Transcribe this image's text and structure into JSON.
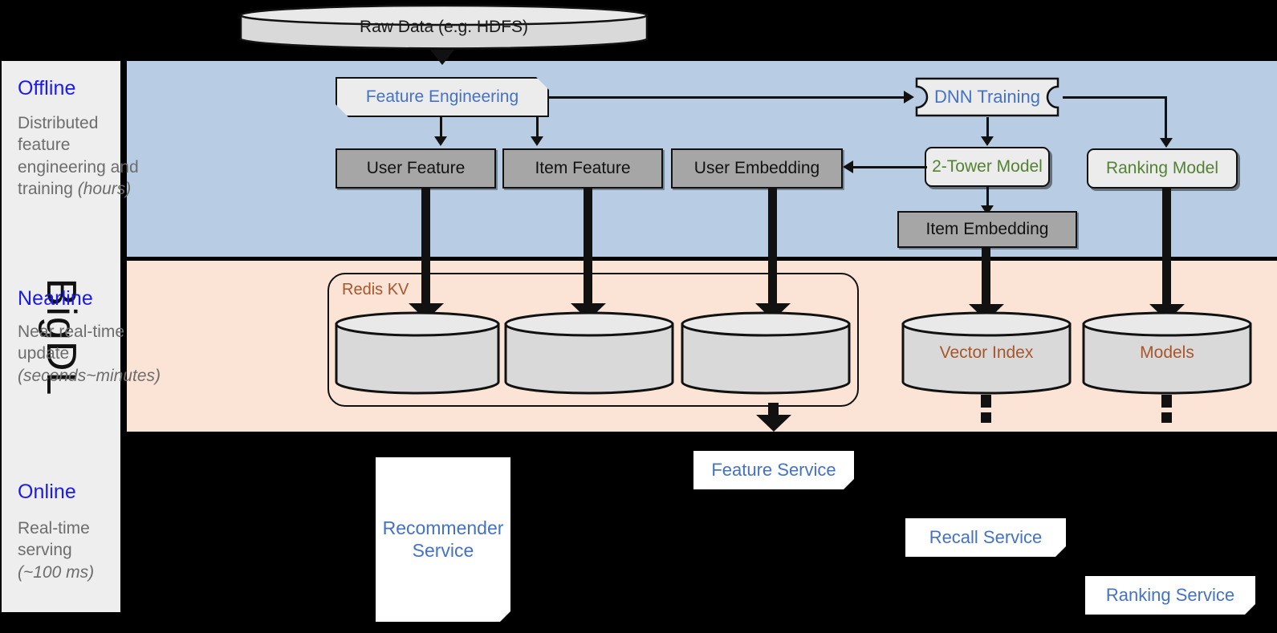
{
  "framework": {
    "name": "BigDL"
  },
  "top_source": {
    "label": "Raw Data (e.g. HDFS)"
  },
  "bands": {
    "offline": {
      "title": "Offline",
      "subtitle_line1": "Distributed",
      "subtitle_line2": "feature",
      "subtitle_line3": "engineering and",
      "subtitle_line4": "training ",
      "subtitle_italic": "(hours)"
    },
    "nearline": {
      "title": "Nearline",
      "subtitle_line1": "Near real-time",
      "subtitle_line2": "update",
      "subtitle_italic": "(seconds~minutes)"
    },
    "online": {
      "title": "Online",
      "subtitle_line1": "Real-time",
      "subtitle_line2": "serving",
      "subtitle_italic": "(~100 ms)"
    }
  },
  "offline_nodes": {
    "feature_engineering": "Feature Engineering",
    "dnn_training": "DNN Training",
    "user_feature": "User Feature",
    "item_feature": "Item Feature",
    "user_embedding": "User Embedding",
    "two_tower_model": "2-Tower Model",
    "ranking_model": "Ranking Model",
    "item_embedding": "Item Embedding"
  },
  "nearline_nodes": {
    "redis_kv": "Redis KV",
    "store_1": "",
    "store_2": "",
    "store_3": "",
    "vector_index": "Vector Index",
    "models": "Models"
  },
  "online_nodes": {
    "recommender_service": "Recommender Service",
    "feature_service": "Feature Service",
    "recall_service": "Recall Service",
    "ranking_service": "Ranking Service"
  },
  "colors": {
    "offline_band": "#b8cce4",
    "nearline_band": "#fbe4d5",
    "online_band": "#000000",
    "band_title": "#1a1aef",
    "band_subtitle": "#6d6d6d",
    "process_text_blue": "#4472c4",
    "model_text_green": "#548235",
    "storage_text_brown": "#a9552a",
    "data_box_fill": "#a6a6a6",
    "process_box_fill": "#ececec",
    "rail_fill": "#eeeeee",
    "cylinder_fill": "#d9d9d9",
    "cylinder_top": "#e6e6e6",
    "stroke": "#111111"
  }
}
